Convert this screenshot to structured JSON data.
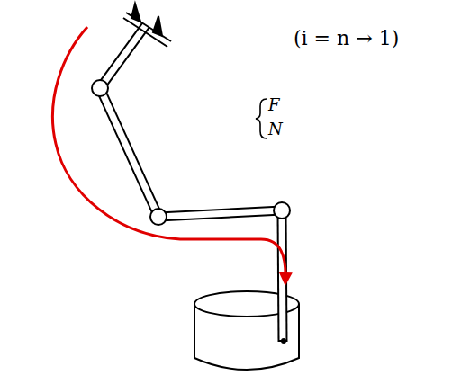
{
  "diagram": {
    "labels": [
      "(i = n → 1)",
      "F",
      "N"
    ]
  }
}
